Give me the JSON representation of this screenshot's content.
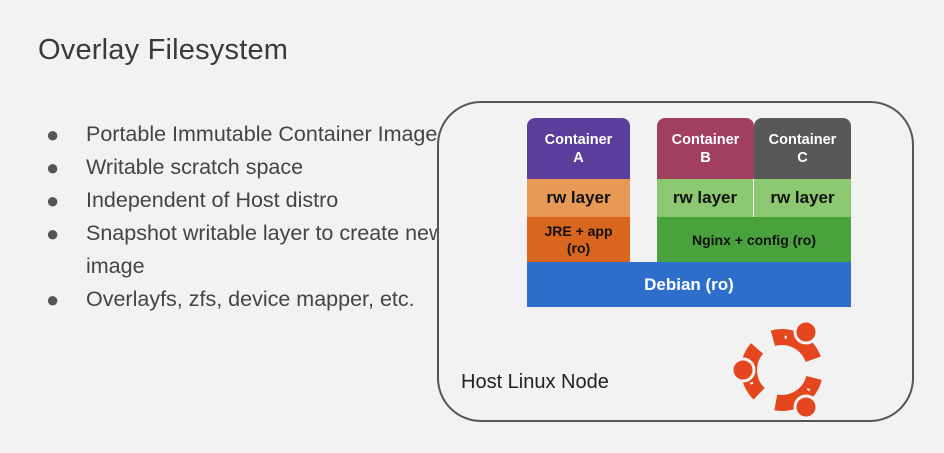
{
  "slide": {
    "title": "Overlay Filesystem",
    "bullets": [
      "Portable Immutable Container Image",
      "Writable scratch space",
      "Independent of Host distro",
      "Snapshot writable layer to create new image",
      "Overlayfs, zfs, device mapper, etc."
    ]
  },
  "diagram": {
    "containers": [
      {
        "label_1": "Container",
        "label_2": "A",
        "color": "#5b3e9b"
      },
      {
        "label_1": "Container",
        "label_2": "B",
        "color": "#a0405e"
      },
      {
        "label_1": "Container",
        "label_2": "C",
        "color": "#585858"
      }
    ],
    "rw_layers": [
      "rw layer",
      "rw layer",
      "rw layer"
    ],
    "jre_layer_1": "JRE + app",
    "jre_layer_2": "(ro)",
    "nginx_layer": "Nginx + config (ro)",
    "base_layer": "Debian (ro)",
    "host_label": "Host Linux Node",
    "colors": {
      "rw_orange": "#e69a55",
      "rw_green": "#8cc870",
      "jre": "#d9661e",
      "nginx": "#4aa23f",
      "debian": "#2e6fcb",
      "ubuntu_logo": "#e4471e"
    },
    "logo_icon": "ubuntu-logo-icon"
  }
}
